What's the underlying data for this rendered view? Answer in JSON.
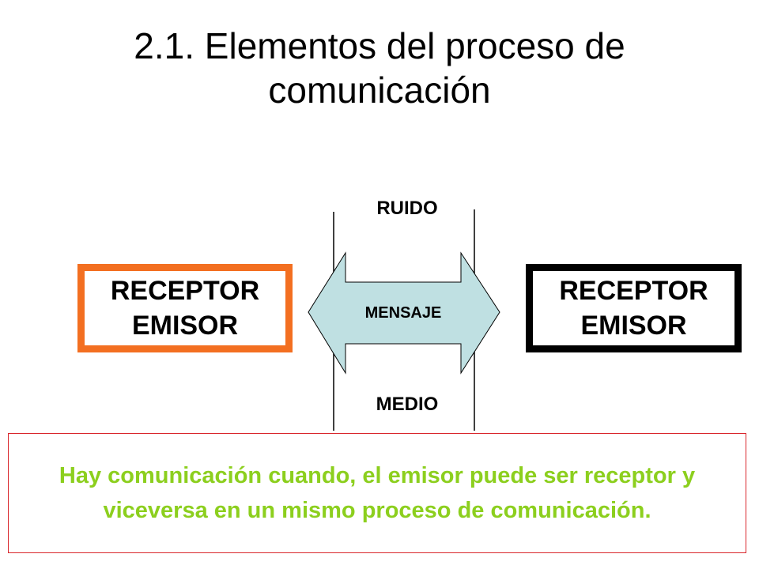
{
  "title": "2.1. Elementos del proceso de comunicación",
  "left_box": {
    "line1": "RECEPTOR",
    "line2": "EMISOR",
    "border_color": "#f36f21"
  },
  "right_box": {
    "line1": "RECEPTOR",
    "line2": "EMISOR",
    "border_color": "#000000"
  },
  "channel": {
    "top_label": "RUIDO",
    "bottom_label": "MEDIO",
    "arrow_label": "MENSAJE",
    "arrow_fill": "#bfe0e2"
  },
  "note": {
    "text": "Hay comunicación cuando, el emisor puede ser receptor y viceversa en un mismo proceso de comunicación.",
    "text_color": "#8ccf1e",
    "border_color": "#d9262c"
  }
}
